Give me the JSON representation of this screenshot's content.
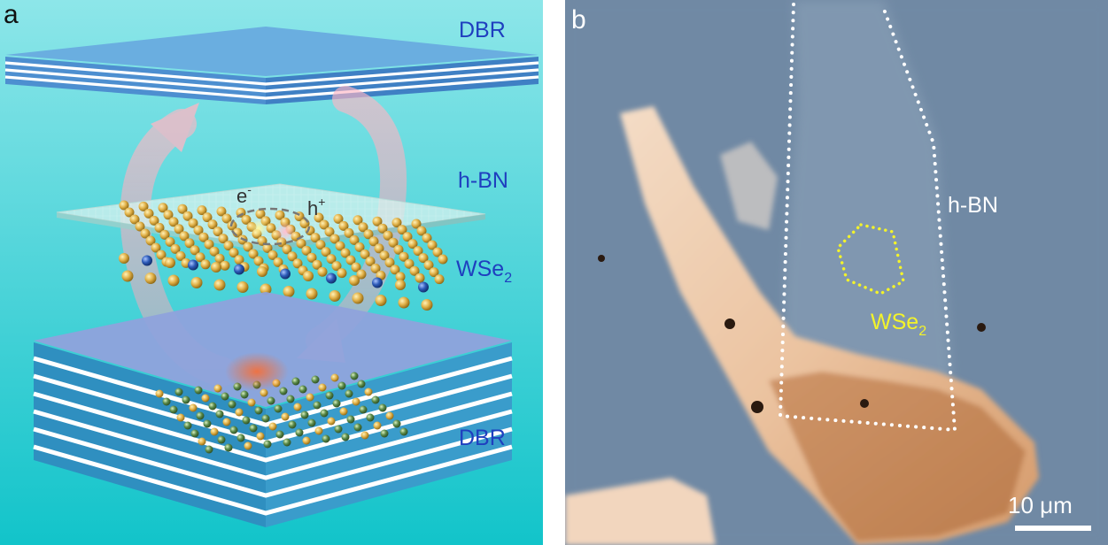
{
  "panel_a": {
    "label": "a",
    "labels": {
      "dbr_top": "DBR",
      "hbn": "h-BN",
      "wse2_base": "WSe",
      "wse2_sub": "2",
      "dbr_bottom": "DBR",
      "electron_base": "e",
      "electron_sup": "-",
      "hole_base": "h",
      "hole_sup": "+"
    },
    "colors": {
      "background_top": "#7fe3e6",
      "background_bottom": "#13c6cc",
      "dbr_stripe": "#5aa6d4",
      "text": "#1f3fbf"
    }
  },
  "panel_b": {
    "label": "b",
    "labels": {
      "hbn": "h-BN",
      "wse2_base": "WSe",
      "wse2_sub": "2",
      "scale_bar": "10 μm"
    },
    "colors": {
      "substrate": "#7189a4",
      "flake": "#e7b690",
      "hbn_outline": "#ffffff",
      "wse2_outline": "#f3f32a"
    }
  }
}
